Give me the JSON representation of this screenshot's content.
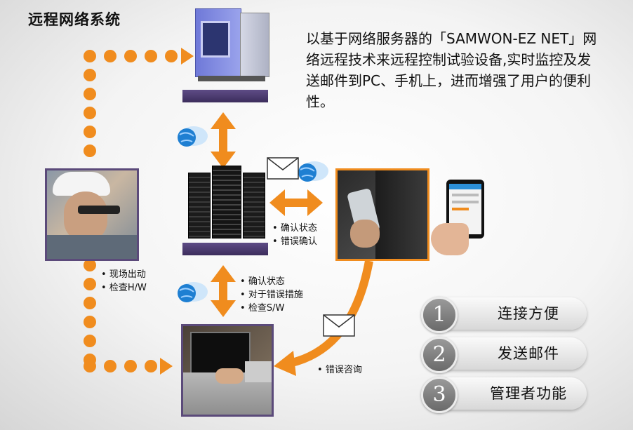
{
  "title": "远程网络系统",
  "description": "以基于网络服务器的「SAMWON-EZ NET」网络远程技术来远程控制试验设备,实时监控及发送邮件到PC、手机上，进而增强了用户的便利性。",
  "labels": {
    "field": [
      "现场出动",
      "检查H/W"
    ],
    "server_mobile": [
      "确认状态",
      "错误确认"
    ],
    "server_laptop": [
      "确认状态",
      "对于错误措施",
      "检查S/W"
    ],
    "mobile_laptop": [
      "错误咨询"
    ]
  },
  "features": [
    {
      "num": "1",
      "label": "连接方便"
    },
    {
      "num": "2",
      "label": "发送邮件"
    },
    {
      "num": "3",
      "label": "管理者功能"
    }
  ],
  "colors": {
    "accent": "#f08c1e",
    "frame": "#5b4a7a",
    "globe": "#1e7fd2"
  },
  "icons": [
    "chamber-icon",
    "server-icon",
    "engineer-photo",
    "phone-photo",
    "tablet-icon",
    "laptop-photo",
    "globe-icon",
    "mail-icon"
  ]
}
